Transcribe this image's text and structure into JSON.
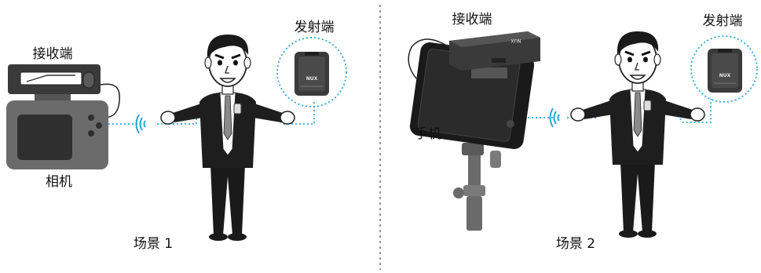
{
  "scene1": {
    "receiver_label": "接收端",
    "camera_label": "相机",
    "transmitter_label": "发射端",
    "caption": "场景 1",
    "transmitter_logo": "NUX"
  },
  "scene2": {
    "receiver_label": "接收端",
    "phone_label": "手机",
    "transmitter_label": "发射端",
    "caption": "场景 2",
    "transmitter_logo": "NUX",
    "receiver_logo": "NUX"
  },
  "colors": {
    "signal_dotted": "#2aa6d6",
    "device_dark": "#3a3a3a",
    "camera_grey": "#6b6b6b",
    "screen_dark": "#2f2f2f",
    "divider": "#555555"
  },
  "icons": [
    "wireless-signal-icon",
    "person-icon",
    "transmitter-icon",
    "receiver-icon",
    "camera-icon",
    "phone-icon",
    "tripod-icon"
  ]
}
